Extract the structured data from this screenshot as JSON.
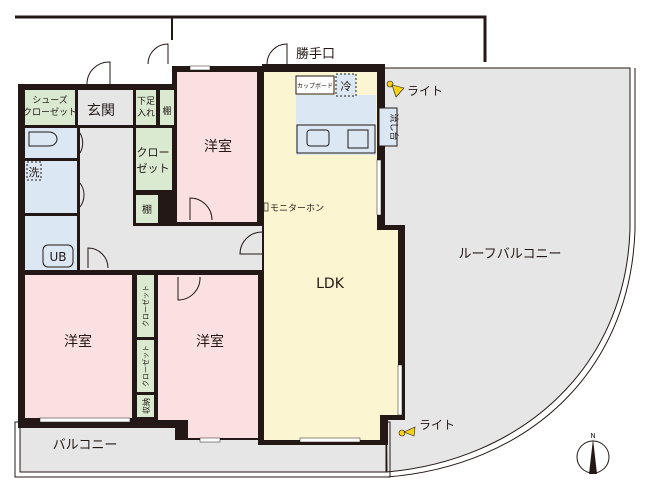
{
  "plan": {
    "rooms": {
      "shoe_closet_1": "シューズ",
      "shoe_closet_2": "クローゼット",
      "entrance": "玄関",
      "shoe_box_1": "下足",
      "shoe_box_2": "入れ",
      "shelf_1": "棚",
      "western_room_top": "洋室",
      "closet_top_1": "クロー",
      "closet_top_2": "ゼット",
      "shelf_2": "棚",
      "wash": "洗",
      "unit_bath": "UB",
      "western_room_left": "洋室",
      "western_room_right": "洋室",
      "closet_narrow_1": "クローゼット",
      "closet_narrow_2": "クローゼット",
      "storage": "収納",
      "ldk": "LDK",
      "intercom": "モニターホン",
      "service_door": "勝手口",
      "cupboard": "カップボード",
      "fridge": "冷",
      "sink": "流し台",
      "light_top": "ライト",
      "light_bottom": "ライト",
      "roof_balcony": "ルーフバルコニー",
      "balcony": "バルコニー"
    },
    "compass": "N",
    "colors": {
      "western_room": "#fbe0e1",
      "closet": "#d9ead0",
      "wet_area": "#dbe8f4",
      "hallway": "#e6e6e6",
      "ldk": "#fcf5d2",
      "kitchen": "#dbe8f4",
      "balcony": "#e6e6e6",
      "light": "#f4d21c",
      "wall": "#231815"
    }
  }
}
